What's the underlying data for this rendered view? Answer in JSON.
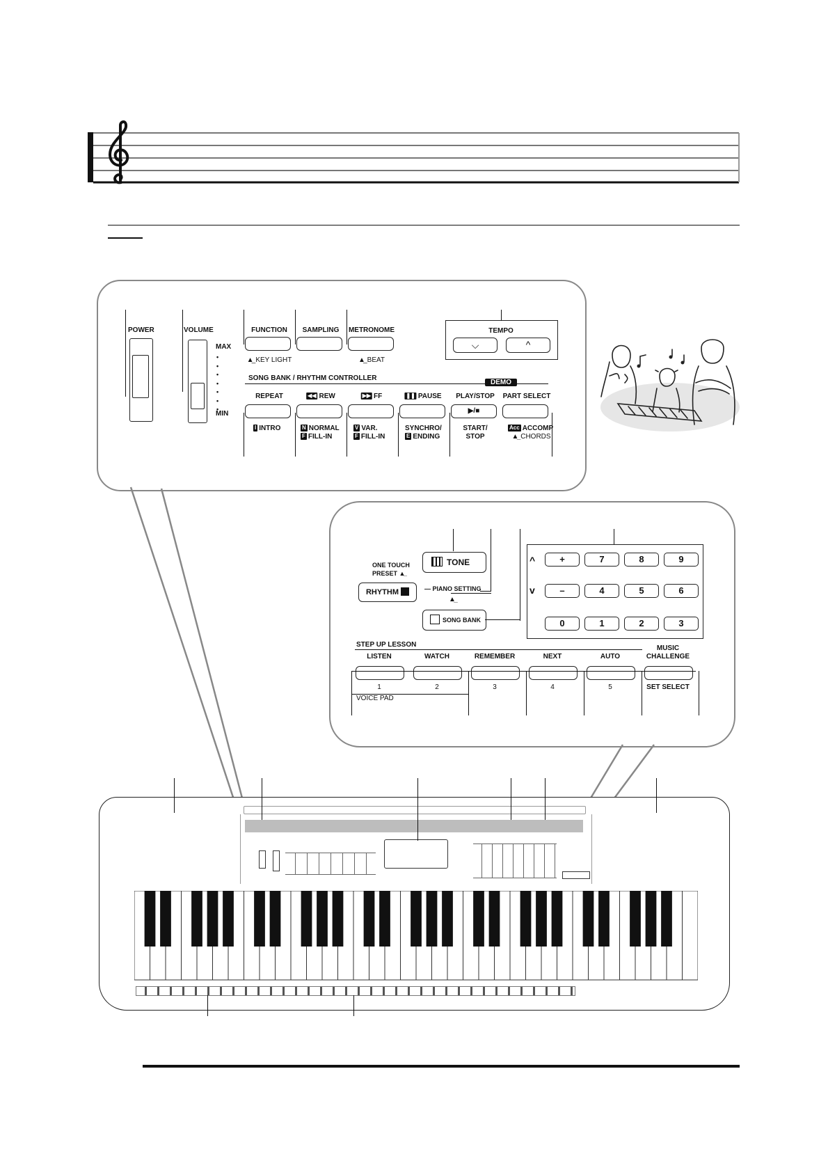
{
  "panel1": {
    "power": "POWER",
    "volume": "VOLUME",
    "max": "MAX",
    "min": "MIN",
    "function": "FUNCTION",
    "sampling": "SAMPLING",
    "metronome": "METRONOME",
    "key_light": "KEY LIGHT",
    "beat": "BEAT",
    "tempo": "TEMPO",
    "controller": "SONG BANK / RHYTHM CONTROLLER",
    "demo": "DEMO",
    "repeat": "REPEAT",
    "rew": "REW",
    "ff": "FF",
    "pause": "PAUSE",
    "play_stop": "PLAY/STOP",
    "part_select": "PART SELECT",
    "intro": "INTRO",
    "normal": "NORMAL",
    "fill_in": "FILL-IN",
    "var": "VAR.",
    "synchro": "SYNCHRO/",
    "ending": "ENDING",
    "start": "START/",
    "stop": "STOP",
    "accomp": "ACCOMP",
    "chords": "CHORDS",
    "icon_i": "I",
    "icon_n": "N",
    "icon_f": "F",
    "icon_v": "V",
    "icon_e": "E",
    "icon_acc": "Acc"
  },
  "panel2": {
    "tone": "TONE",
    "one_touch": "ONE TOUCH",
    "preset": "PRESET",
    "rhythm": "RHYTHM",
    "piano_setting": "PIANO SETTING",
    "song_bank": "SONG BANK",
    "step_up": "STEP UP LESSON",
    "listen": "LISTEN",
    "watch": "WATCH",
    "remember": "REMEMBER",
    "next": "NEXT",
    "auto": "AUTO",
    "music": "MUSIC",
    "challenge": "CHALLENGE",
    "n1": "1",
    "n2": "2",
    "n3": "3",
    "n4": "4",
    "n5": "5",
    "set_select": "SET SELECT",
    "voice_pad": "VOICE PAD",
    "keypad": [
      "+",
      "7",
      "8",
      "9",
      "–",
      "4",
      "5",
      "6",
      "0",
      "1",
      "2",
      "3"
    ]
  }
}
